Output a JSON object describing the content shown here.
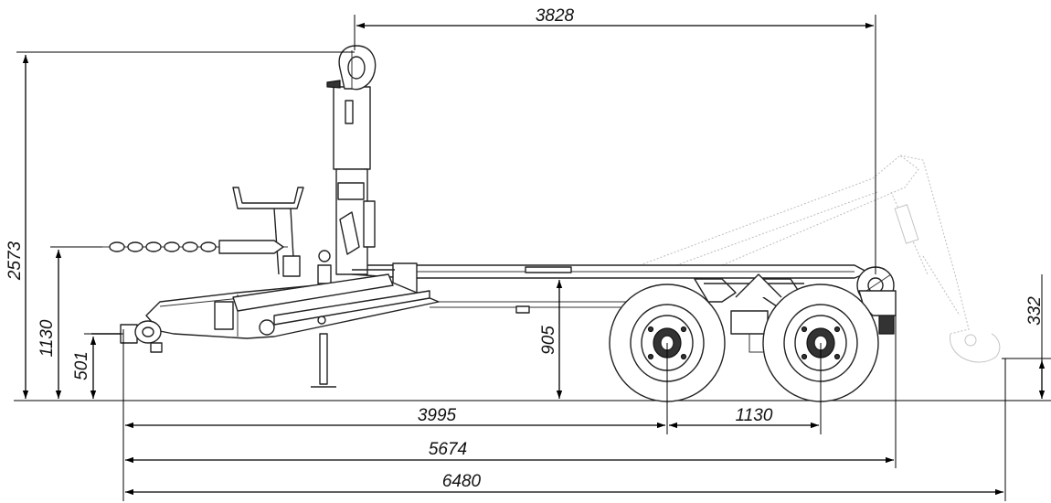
{
  "drawing": {
    "dimensions": {
      "crane_to_rear_roller": "3828",
      "overall_height": "2573",
      "coupling_eye_height": "1130",
      "drawbar_height": "501",
      "frame_height": "905",
      "hook_rear_height": "332",
      "to_first_axle": "3995",
      "axle_spacing": "1130",
      "to_rear_frame_end": "5674",
      "overall_length": "6480"
    },
    "colors": {
      "line": "#000000",
      "ghost": "#bdbdbd",
      "text": "#111111"
    }
  }
}
